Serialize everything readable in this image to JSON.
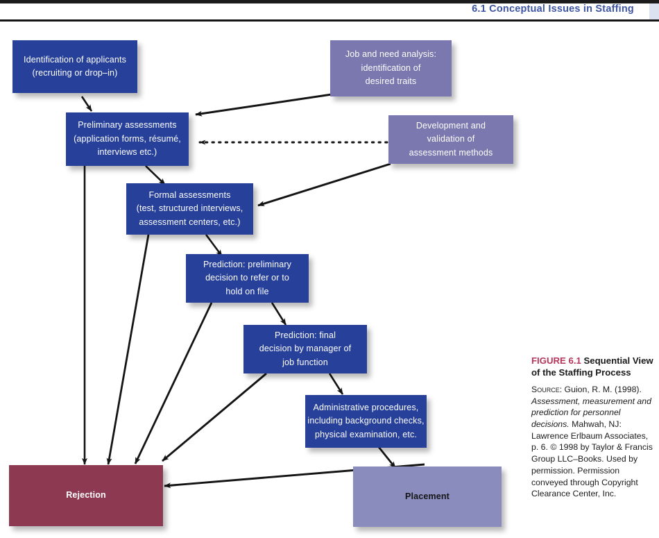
{
  "header": {
    "running_head": "6.1  Conceptual Issues in Staffing"
  },
  "diagram": {
    "nodes": [
      {
        "id": "identification",
        "label": "Identification of applicants (recruiting or drop-in)",
        "lines": [
          "Identification of applicants",
          "(recruiting or drop–in)"
        ],
        "color": "#27409a"
      },
      {
        "id": "job-need-analysis",
        "label": "Job and need analysis: identification of desired traits",
        "lines": [
          "Job and need analysis:",
          "identification of",
          "desired traits"
        ],
        "color": "#7a78ae"
      },
      {
        "id": "preliminary-assessments",
        "label": "Preliminary assessments (application forms, resume, interviews etc.)",
        "lines": [
          "Preliminary assessments",
          "(application forms, résumé,",
          "interviews  etc.)"
        ],
        "color": "#27409a"
      },
      {
        "id": "development-validation",
        "label": "Development and validation of assessment methods",
        "lines": [
          "Development and",
          "validation of",
          "assessment methods"
        ],
        "color": "#7a78ae"
      },
      {
        "id": "formal-assessments",
        "label": "Formal assessments (test, structured interviews, assessment centers, etc.)",
        "lines": [
          "Formal assessments",
          "(test, structured interviews,",
          "assessment centers, etc.)"
        ],
        "color": "#27409a"
      },
      {
        "id": "prediction-preliminary",
        "label": "Prediction: preliminary decision to refer or to hold on file",
        "lines": [
          "Prediction: preliminary",
          "decision to refer or to",
          "hold on file"
        ],
        "color": "#27409a"
      },
      {
        "id": "prediction-final",
        "label": "Prediction: final decision by manager of job function",
        "lines": [
          "Prediction: final",
          "decision by manager of",
          "job function"
        ],
        "color": "#27409a"
      },
      {
        "id": "administrative-procedures",
        "label": "Administrative procedures, including background checks, physical examination, etc.",
        "lines": [
          "Administrative procedures,",
          "including background checks,",
          "physical examination, etc."
        ],
        "color": "#27409a"
      },
      {
        "id": "rejection",
        "label": "Rejection",
        "lines": [
          "Rejection"
        ],
        "color": "#8c3951"
      },
      {
        "id": "placement",
        "label": "Placement",
        "lines": [
          "Placement"
        ],
        "color": "#8a8cbd"
      }
    ],
    "edges": [
      {
        "from": "identification",
        "to": "preliminary-assessments",
        "style": "solid"
      },
      {
        "from": "job-need-analysis",
        "to": "preliminary-assessments",
        "style": "solid"
      },
      {
        "from": "development-validation",
        "to": "preliminary-assessments",
        "style": "dotted"
      },
      {
        "from": "development-validation",
        "to": "formal-assessments",
        "style": "solid"
      },
      {
        "from": "preliminary-assessments",
        "to": "formal-assessments",
        "style": "solid"
      },
      {
        "from": "preliminary-assessments",
        "to": "rejection",
        "style": "solid"
      },
      {
        "from": "formal-assessments",
        "to": "prediction-preliminary",
        "style": "solid"
      },
      {
        "from": "formal-assessments",
        "to": "rejection",
        "style": "solid"
      },
      {
        "from": "prediction-preliminary",
        "to": "prediction-final",
        "style": "solid"
      },
      {
        "from": "prediction-preliminary",
        "to": "rejection",
        "style": "solid"
      },
      {
        "from": "prediction-final",
        "to": "administrative-procedures",
        "style": "solid"
      },
      {
        "from": "prediction-final",
        "to": "rejection",
        "style": "solid"
      },
      {
        "from": "administrative-procedures",
        "to": "rejection",
        "style": "solid"
      },
      {
        "from": "administrative-procedures",
        "to": "placement",
        "style": "solid"
      }
    ]
  },
  "caption": {
    "figure_number": "FIGURE 6.1",
    "title": "Sequential View of the Staffing Process",
    "source_label": "Source:",
    "source_part1": " Guion, R. M. (1998).",
    "source_italic": "Assessment, measurement and prediction for personnel decisions.",
    "source_part2": " Mahwah, NJ: Lawrence Erlbaum Associates, p. 6. © 1998 by Taylor & Francis Group LLC–Books. Used by permission. Permission conveyed through Copyright Clearance Center, Inc."
  },
  "colors": {
    "blue": "#27409a",
    "purple": "#7a78ae",
    "maroon": "#8c3951",
    "periwinkle": "#8a8cbd",
    "running_head": "#3d55a4",
    "figure_number": "#b5355b"
  }
}
